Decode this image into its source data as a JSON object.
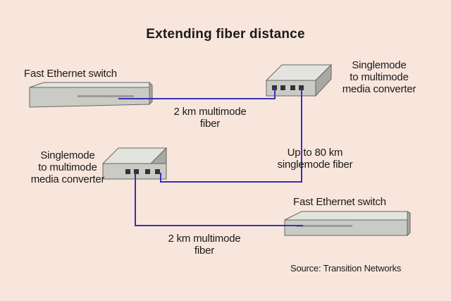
{
  "title": "Extending fiber distance",
  "labels": {
    "switch_top": "Fast Ethernet switch",
    "converter_top_line1": "Singlemode",
    "converter_top_line2": "to multimode",
    "converter_top_line3": "media converter",
    "link_top_line1": "2 km multimode",
    "link_top_line2": "fiber",
    "converter_left_line1": "Singlemode",
    "converter_left_line2": "to multimode",
    "converter_left_line3": "media converter",
    "link_single_line1": "Up to 80 km",
    "link_single_line2": "singlemode fiber",
    "switch_bottom": "Fast Ethernet switch",
    "link_bottom_line1": "2 km multimode",
    "link_bottom_line2": "fiber",
    "source": "Source: Transition Networks"
  },
  "colors": {
    "background": "#f8e6dc",
    "fiber": "#3b2fb5",
    "device_top": "#e4e4df",
    "device_front": "#c9c9c3",
    "device_side": "#a9a9a3",
    "outline": "#555555"
  }
}
